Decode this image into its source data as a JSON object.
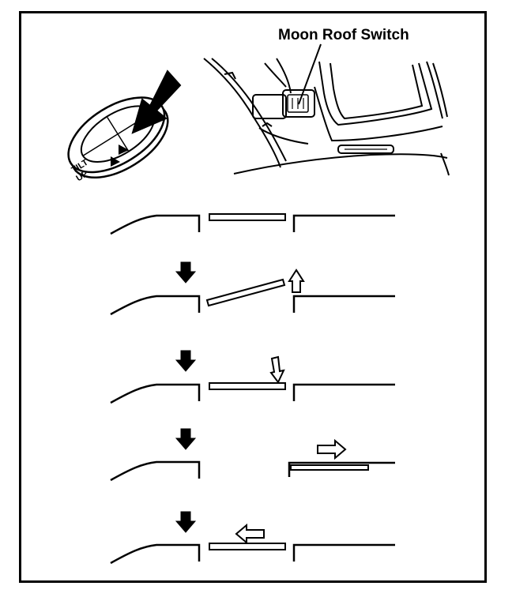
{
  "callout": {
    "label": "Moon Roof Switch"
  },
  "switch_labels": {
    "tilt": "TILT",
    "up": "UP"
  },
  "steps": [
    {
      "panel": "closed",
      "indicator": "none"
    },
    {
      "panel": "tilt-up",
      "indicator": "up"
    },
    {
      "panel": "lowered",
      "indicator": "down"
    },
    {
      "panel": "open",
      "indicator": "right"
    },
    {
      "panel": "closing",
      "indicator": "left"
    }
  ],
  "colors": {
    "ink": "#000000",
    "paper": "#ffffff"
  }
}
